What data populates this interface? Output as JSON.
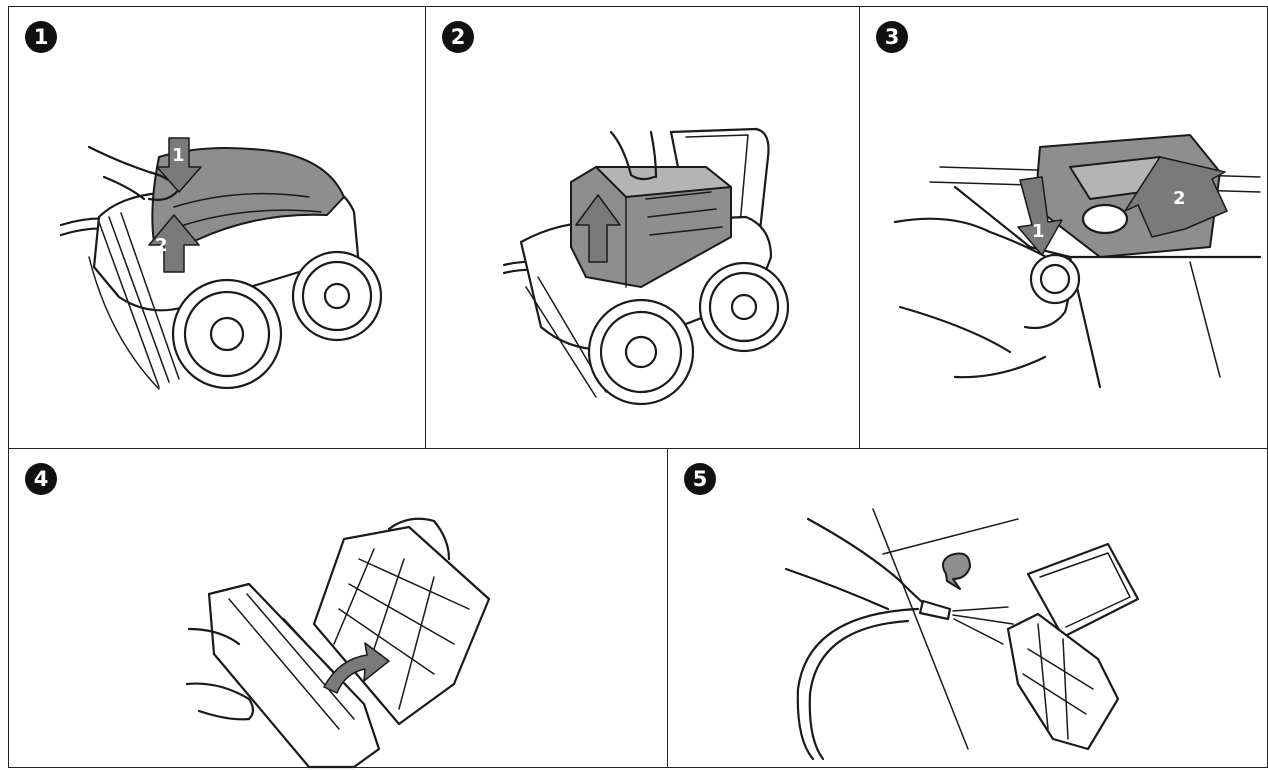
{
  "panels": [
    {
      "badge": "1",
      "arrows": [
        "1",
        "2"
      ]
    },
    {
      "badge": "2",
      "arrows": []
    },
    {
      "badge": "3",
      "arrows": [
        "1",
        "2"
      ]
    },
    {
      "badge": "4",
      "arrows": []
    },
    {
      "badge": "5",
      "arrows": []
    }
  ],
  "colors": {
    "ink": "#1a1a1a",
    "shade": "#8e8e8e",
    "arrow": "#7a7a7a",
    "background": "#ffffff"
  }
}
